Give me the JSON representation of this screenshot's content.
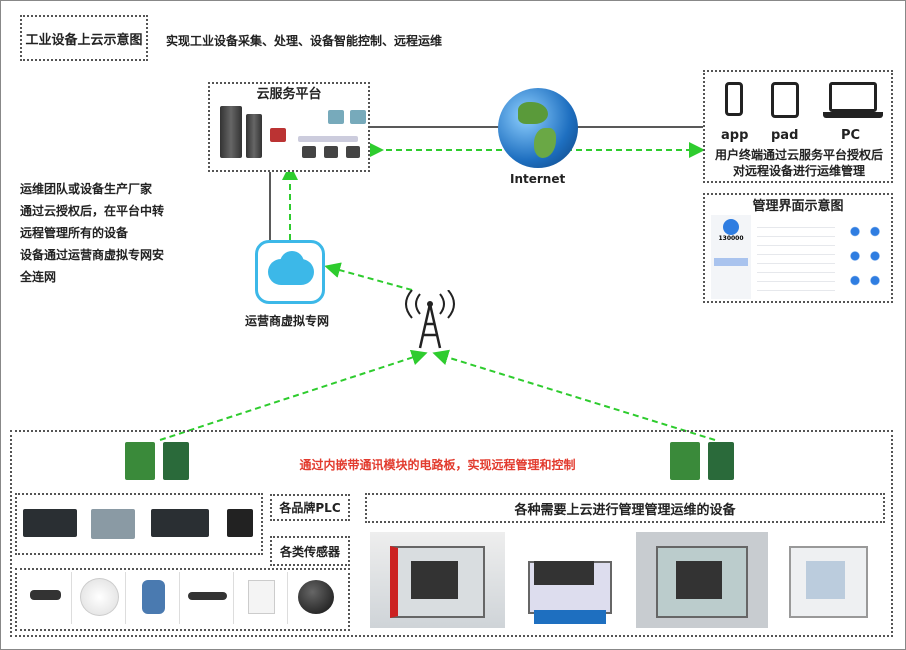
{
  "title": "工业设备上云示意图",
  "subtitle": "实现工业设备采集、处理、设备智能控制、远程运维",
  "cloud_platform": {
    "label": "云服务平台"
  },
  "internet": {
    "label": "Internet",
    "icon": "globe-icon"
  },
  "user_terminal": {
    "devices": [
      {
        "label": "app",
        "icon": "phone-icon"
      },
      {
        "label": "pad",
        "icon": "tablet-icon"
      },
      {
        "label": "PC",
        "icon": "laptop-icon"
      }
    ],
    "desc_line1": "用户终端通过云服务平台授权后",
    "desc_line2": "对远程设备进行运维管理"
  },
  "management": {
    "label": "管理界面示意图",
    "user_id": "130000"
  },
  "left_text": [
    "运维团队或设备生产厂家",
    "通过云授权后，在平台中转",
    "远程管理所有的设备",
    "设备通过运营商虚拟专网安",
    "全连网"
  ],
  "vpn": {
    "label": "运营商虚拟专网",
    "icon": "cloud-network-icon"
  },
  "antenna": {
    "icon": "antenna-icon"
  },
  "board_text": "通过内嵌带通讯模块的电路板，实现远程管理和控制",
  "plc_label": "各品牌PLC",
  "sensor_label": "各类传感器",
  "equipment_label": "各种需要上云进行管理管理运维的设备",
  "colors": {
    "link": "#2ecc2e",
    "accent_text": "#e23b2e",
    "border": "#555"
  }
}
